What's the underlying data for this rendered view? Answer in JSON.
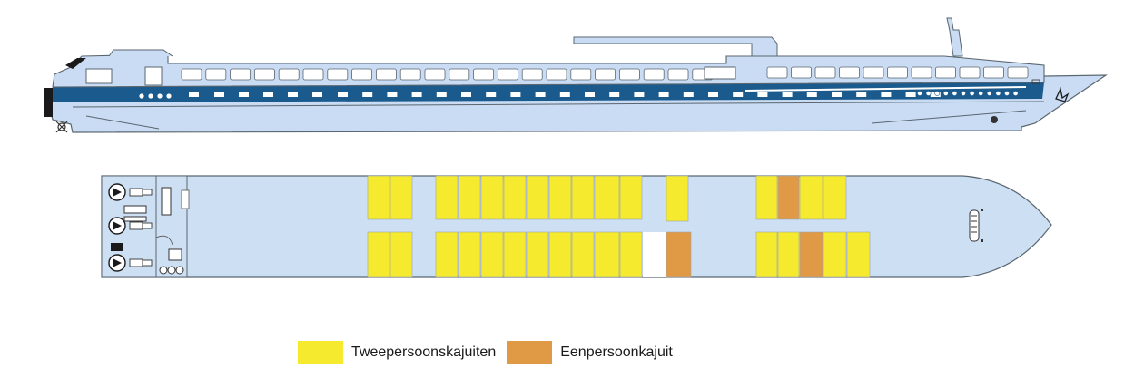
{
  "colors": {
    "hull_fill": "#c9dcf3",
    "hull_stroke": "#5a6670",
    "band": "#1b5a8c",
    "deck_fill": "#cddff3",
    "double_cabin": "#f5ea2e",
    "single_cabin": "#e09a45",
    "divider": "#9aa6b0"
  },
  "legend": {
    "double": {
      "label": "Tweepersoonskajuiten",
      "color": "#f5ea2e"
    },
    "single": {
      "label": "Eenpersoonkajuit",
      "color": "#e09a45"
    }
  },
  "deck_plan": {
    "rows": [
      "top",
      "bottom"
    ],
    "cabins": [
      {
        "row": "top",
        "type": "double"
      },
      {
        "row": "top",
        "type": "double"
      },
      {
        "row": "top",
        "type": "double"
      },
      {
        "row": "top",
        "type": "double"
      },
      {
        "row": "top",
        "type": "double"
      },
      {
        "row": "top",
        "type": "double"
      },
      {
        "row": "top",
        "type": "double"
      },
      {
        "row": "top",
        "type": "double"
      },
      {
        "row": "top",
        "type": "double"
      },
      {
        "row": "top",
        "type": "double"
      },
      {
        "row": "top",
        "type": "double"
      },
      {
        "row": "top",
        "type": "double"
      },
      {
        "row": "top",
        "type": "double"
      },
      {
        "row": "top",
        "type": "single"
      },
      {
        "row": "top",
        "type": "double"
      },
      {
        "row": "top",
        "type": "double"
      },
      {
        "row": "bottom",
        "type": "double"
      },
      {
        "row": "bottom",
        "type": "double"
      },
      {
        "row": "bottom",
        "type": "double"
      },
      {
        "row": "bottom",
        "type": "double"
      },
      {
        "row": "bottom",
        "type": "double"
      },
      {
        "row": "bottom",
        "type": "double"
      },
      {
        "row": "bottom",
        "type": "double"
      },
      {
        "row": "bottom",
        "type": "double"
      },
      {
        "row": "bottom",
        "type": "double"
      },
      {
        "row": "bottom",
        "type": "double"
      },
      {
        "row": "bottom",
        "type": "double"
      },
      {
        "row": "bottom",
        "type": "single"
      },
      {
        "row": "bottom",
        "type": "double"
      },
      {
        "row": "bottom",
        "type": "double"
      },
      {
        "row": "bottom",
        "type": "single"
      },
      {
        "row": "bottom",
        "type": "double"
      },
      {
        "row": "bottom",
        "type": "double"
      }
    ]
  }
}
